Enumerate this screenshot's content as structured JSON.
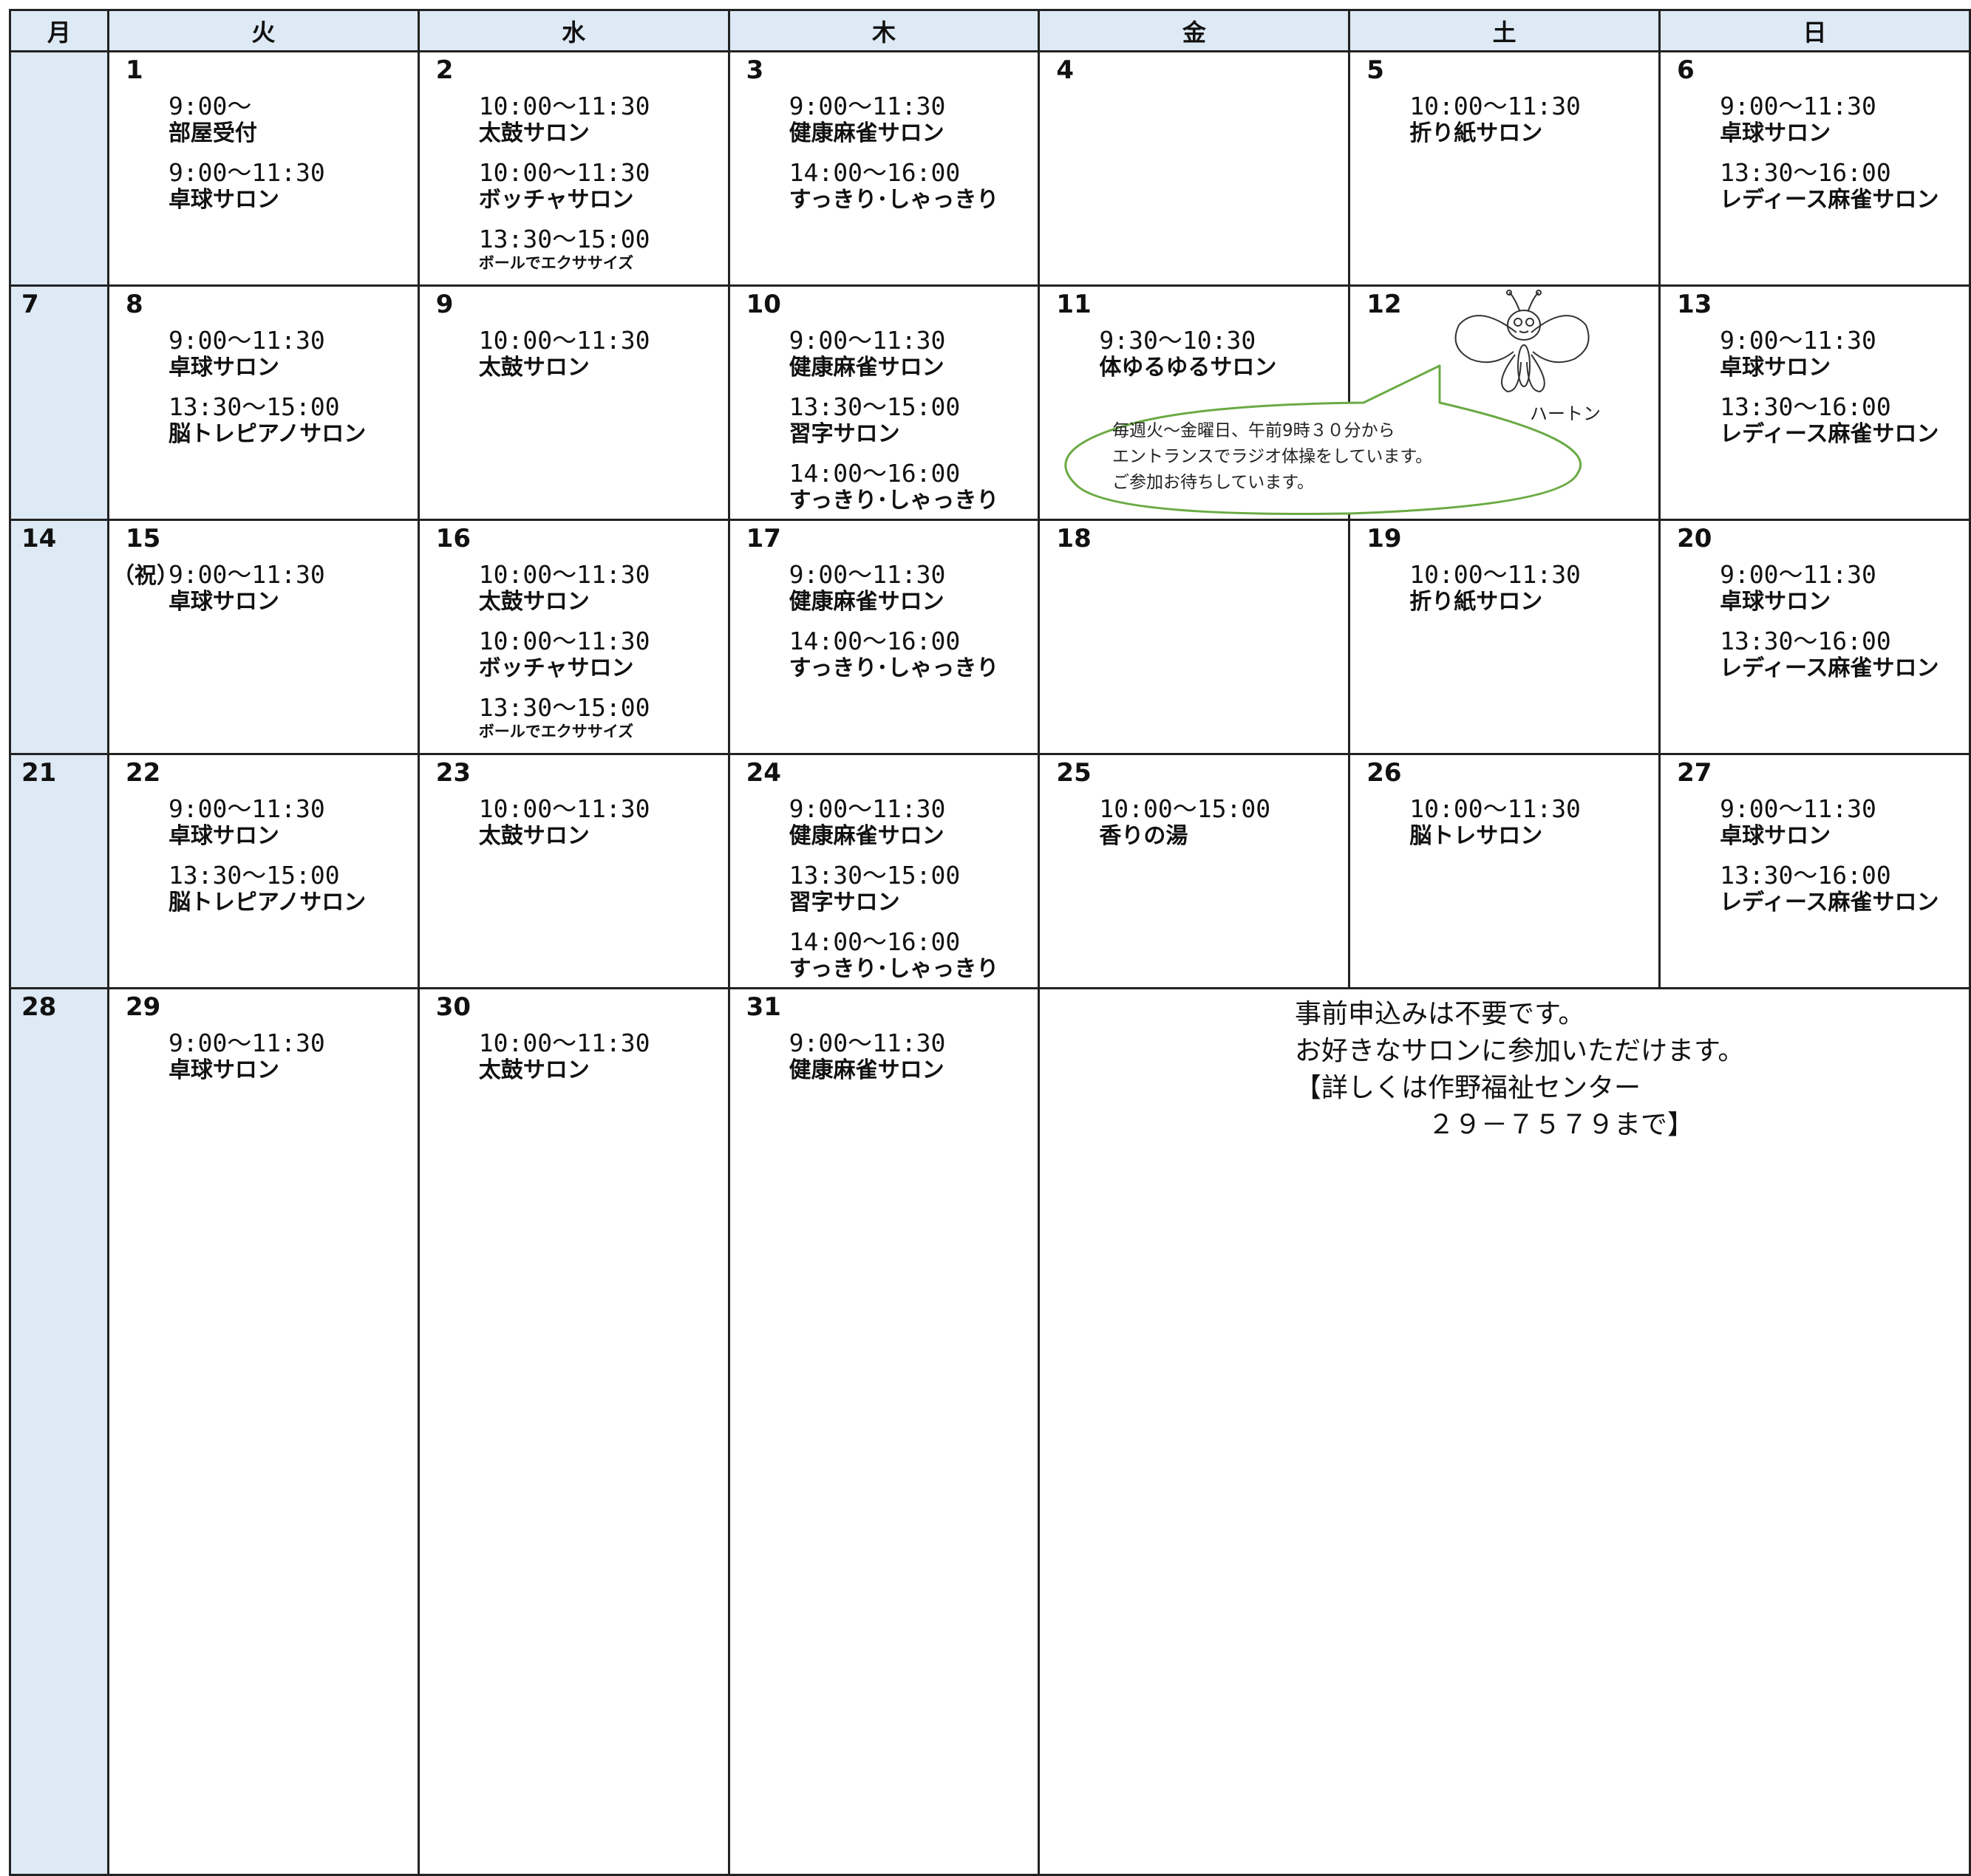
{
  "headers": [
    "月",
    "火",
    "水",
    "木",
    "金",
    "土",
    "日"
  ],
  "weeks": [
    [
      {
        "day": "",
        "events": []
      },
      {
        "day": "1",
        "events": [
          {
            "time": "9:00～",
            "name": "部屋受付"
          },
          {
            "time": "9:00～11:30",
            "name": "卓球サロン"
          }
        ]
      },
      {
        "day": "2",
        "events": [
          {
            "time": "10:00～11:30",
            "name": "太鼓サロン"
          },
          {
            "time": "10:00～11:30",
            "name": "ボッチャサロン"
          },
          {
            "time": "13:30～15:00",
            "name": "ボールでエクササイズ",
            "small": true
          }
        ]
      },
      {
        "day": "3",
        "events": [
          {
            "time": "9:00～11:30",
            "name": "健康麻雀サロン"
          },
          {
            "time": "14:00～16:00",
            "name": "すっきり･しゃっきり"
          }
        ]
      },
      {
        "day": "4",
        "events": []
      },
      {
        "day": "5",
        "events": [
          {
            "time": "10:00～11:30",
            "name": "折り紙サロン"
          }
        ]
      },
      {
        "day": "6",
        "events": [
          {
            "time": "9:00～11:30",
            "name": "卓球サロン"
          },
          {
            "time": "13:30～16:00",
            "name": "レディース麻雀サロン"
          }
        ]
      }
    ],
    [
      {
        "day": "7",
        "events": []
      },
      {
        "day": "8",
        "events": [
          {
            "time": "9:00～11:30",
            "name": "卓球サロン"
          },
          {
            "time": "13:30～15:00",
            "name": "脳トレピアノサロン"
          }
        ]
      },
      {
        "day": "9",
        "events": [
          {
            "time": "10:00～11:30",
            "name": "太鼓サロン"
          }
        ]
      },
      {
        "day": "10",
        "events": [
          {
            "time": "9:00～11:30",
            "name": "健康麻雀サロン"
          },
          {
            "time": "13:30～15:00",
            "name": "習字サロン"
          },
          {
            "time": "14:00～16:00",
            "name": "すっきり･しゃっきり"
          }
        ]
      },
      {
        "day": "11",
        "events": [
          {
            "time": "9:30～10:30",
            "name": "体ゆるゆるサロン"
          }
        ]
      },
      {
        "day": "12",
        "events": []
      },
      {
        "day": "13",
        "events": [
          {
            "time": "9:00～11:30",
            "name": "卓球サロン"
          },
          {
            "time": "13:30～16:00",
            "name": "レディース麻雀サロン"
          }
        ]
      }
    ],
    [
      {
        "day": "14",
        "events": []
      },
      {
        "day": "15",
        "note": "（祝）",
        "events": [
          {
            "time": "9:00～11:30",
            "name": "卓球サロン"
          }
        ]
      },
      {
        "day": "16",
        "events": [
          {
            "time": "10:00～11:30",
            "name": "太鼓サロン"
          },
          {
            "time": "10:00～11:30",
            "name": "ボッチャサロン"
          },
          {
            "time": "13:30～15:00",
            "name": "ボールでエクササイズ",
            "small": true
          }
        ]
      },
      {
        "day": "17",
        "events": [
          {
            "time": "9:00～11:30",
            "name": "健康麻雀サロン"
          },
          {
            "time": "14:00～16:00",
            "name": "すっきり･しゃっきり"
          }
        ]
      },
      {
        "day": "18",
        "events": []
      },
      {
        "day": "19",
        "events": [
          {
            "time": "10:00～11:30",
            "name": "折り紙サロン"
          }
        ]
      },
      {
        "day": "20",
        "events": [
          {
            "time": "9:00～11:30",
            "name": "卓球サロン"
          },
          {
            "time": "13:30～16:00",
            "name": "レディース麻雀サロン"
          }
        ]
      }
    ],
    [
      {
        "day": "21",
        "events": []
      },
      {
        "day": "22",
        "events": [
          {
            "time": "9:00～11:30",
            "name": "卓球サロン"
          },
          {
            "time": "13:30～15:00",
            "name": "脳トレピアノサロン"
          }
        ]
      },
      {
        "day": "23",
        "events": [
          {
            "time": "10:00～11:30",
            "name": "太鼓サロン"
          }
        ]
      },
      {
        "day": "24",
        "events": [
          {
            "time": "9:00～11:30",
            "name": "健康麻雀サロン"
          },
          {
            "time": "13:30～15:00",
            "name": "習字サロン"
          },
          {
            "time": "14:00～16:00",
            "name": "すっきり･しゃっきり"
          }
        ]
      },
      {
        "day": "25",
        "events": [
          {
            "time": "10:00～15:00",
            "name": "香りの湯"
          }
        ]
      },
      {
        "day": "26",
        "events": [
          {
            "time": "10:00～11:30",
            "name": "脳トレサロン"
          }
        ]
      },
      {
        "day": "27",
        "events": [
          {
            "time": "9:00～11:30",
            "name": "卓球サロン"
          },
          {
            "time": "13:30～16:00",
            "name": "レディース麻雀サロン"
          }
        ]
      }
    ],
    [
      {
        "day": "28",
        "events": []
      },
      {
        "day": "29",
        "events": [
          {
            "time": "9:00～11:30",
            "name": "卓球サロン"
          }
        ]
      },
      {
        "day": "30",
        "events": [
          {
            "time": "10:00～11:30",
            "name": "太鼓サロン"
          }
        ]
      },
      {
        "day": "31",
        "events": [
          {
            "time": "9:00～11:30",
            "name": "健康麻雀サロン"
          }
        ]
      }
    ]
  ],
  "bubble": {
    "lines": [
      "毎週火～金曜日、午前9時３０分から",
      "エントランスでラジオ体操をしています。",
      "ご参加お待ちしています。"
    ]
  },
  "mascot": {
    "label": "ハートン",
    "icon": "butterfly-icon"
  },
  "footer_note": {
    "lines": [
      "事前申込みは不要です。",
      "お好きなサロンに参加いただけます。",
      "【詳しくは作野福祉センター",
      "　　　　　２９－７５７９まで】"
    ]
  },
  "colors": {
    "monday_bg": "#dde9f4",
    "bubble_stroke": "#6aaa44",
    "grid": "#222222"
  }
}
